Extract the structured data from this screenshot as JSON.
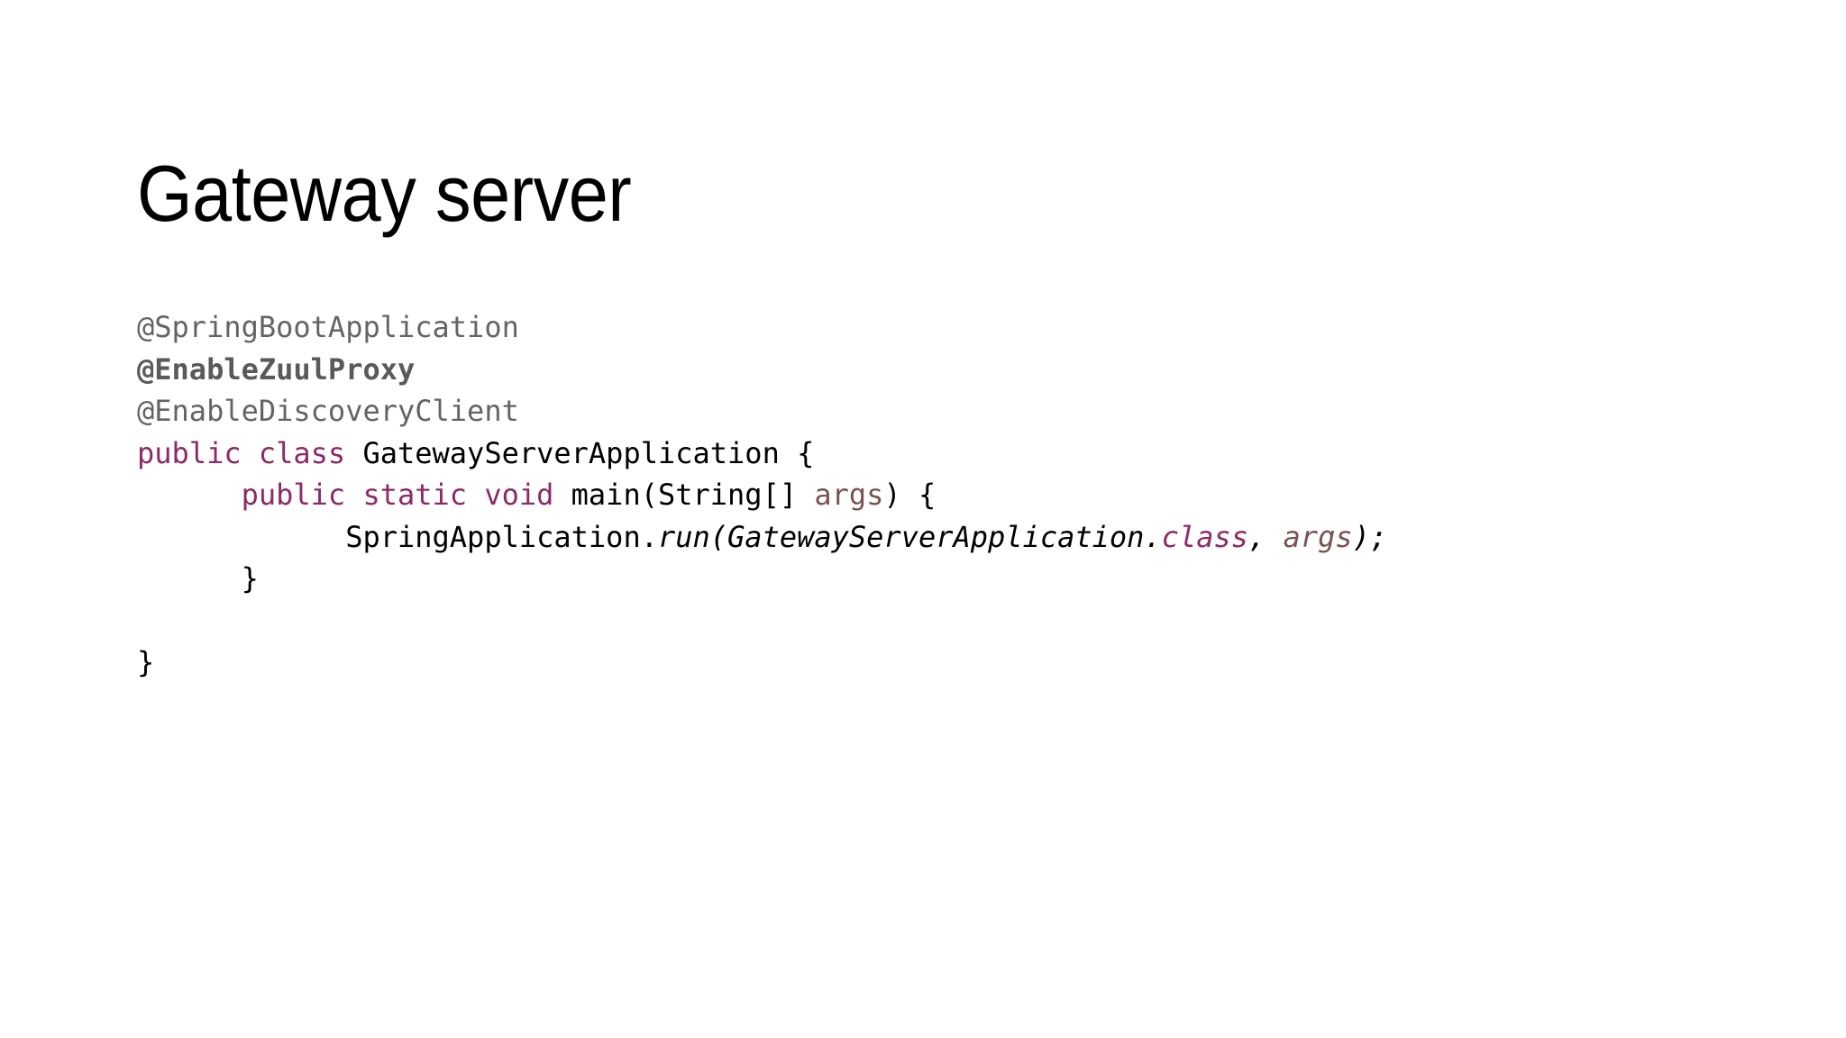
{
  "slide": {
    "title": "Gateway server",
    "background_color": "#ffffff"
  },
  "colors": {
    "annotation_grey": "#646464",
    "annotation_bold_grey": "#5a5a5a",
    "keyword_magenta": "#8d2a68",
    "parameter_mauve": "#7a5252",
    "plain_black": "#000000"
  },
  "code": {
    "language": "java",
    "full_text": "@SpringBootApplication\n@EnableZuulProxy\n@EnableDiscoveryClient\npublic class GatewayServerApplication {\n      public static void main(String[] args) {\n            SpringApplication.run(GatewayServerApplication.class, args);\n      }\n\n}",
    "lines": [
      {
        "id": "line-1",
        "tokens": [
          {
            "text": "@SpringBootApplication",
            "style": "annotation"
          }
        ]
      },
      {
        "id": "line-2",
        "tokens": [
          {
            "text": "@EnableZuulProxy",
            "style": "annotation-bold"
          }
        ]
      },
      {
        "id": "line-3",
        "tokens": [
          {
            "text": "@EnableDiscoveryClient",
            "style": "annotation"
          }
        ]
      },
      {
        "id": "line-4",
        "tokens": [
          {
            "text": "public class ",
            "style": "keyword"
          },
          {
            "text": "GatewayServerApplication {",
            "style": "plain"
          }
        ]
      },
      {
        "id": "line-5",
        "tokens": [
          {
            "text": "      ",
            "style": "plain"
          },
          {
            "text": "public static void ",
            "style": "keyword"
          },
          {
            "text": "main(String[] ",
            "style": "plain"
          },
          {
            "text": "args",
            "style": "param"
          },
          {
            "text": ") {",
            "style": "plain"
          }
        ]
      },
      {
        "id": "line-6",
        "tokens": [
          {
            "text": "            ",
            "style": "plain"
          },
          {
            "text": "SpringApplication.",
            "style": "plain"
          },
          {
            "text": "run(GatewayServerApplication.",
            "style": "italic"
          },
          {
            "text": "class",
            "style": "keyword-italic"
          },
          {
            "text": ", ",
            "style": "italic"
          },
          {
            "text": "args",
            "style": "param-italic"
          },
          {
            "text": ");",
            "style": "italic"
          }
        ]
      },
      {
        "id": "line-7",
        "tokens": [
          {
            "text": "      }",
            "style": "plain"
          }
        ]
      },
      {
        "id": "line-8",
        "tokens": [
          {
            "text": "",
            "style": "plain"
          }
        ]
      },
      {
        "id": "line-9",
        "tokens": [
          {
            "text": "}",
            "style": "plain"
          }
        ]
      }
    ]
  }
}
